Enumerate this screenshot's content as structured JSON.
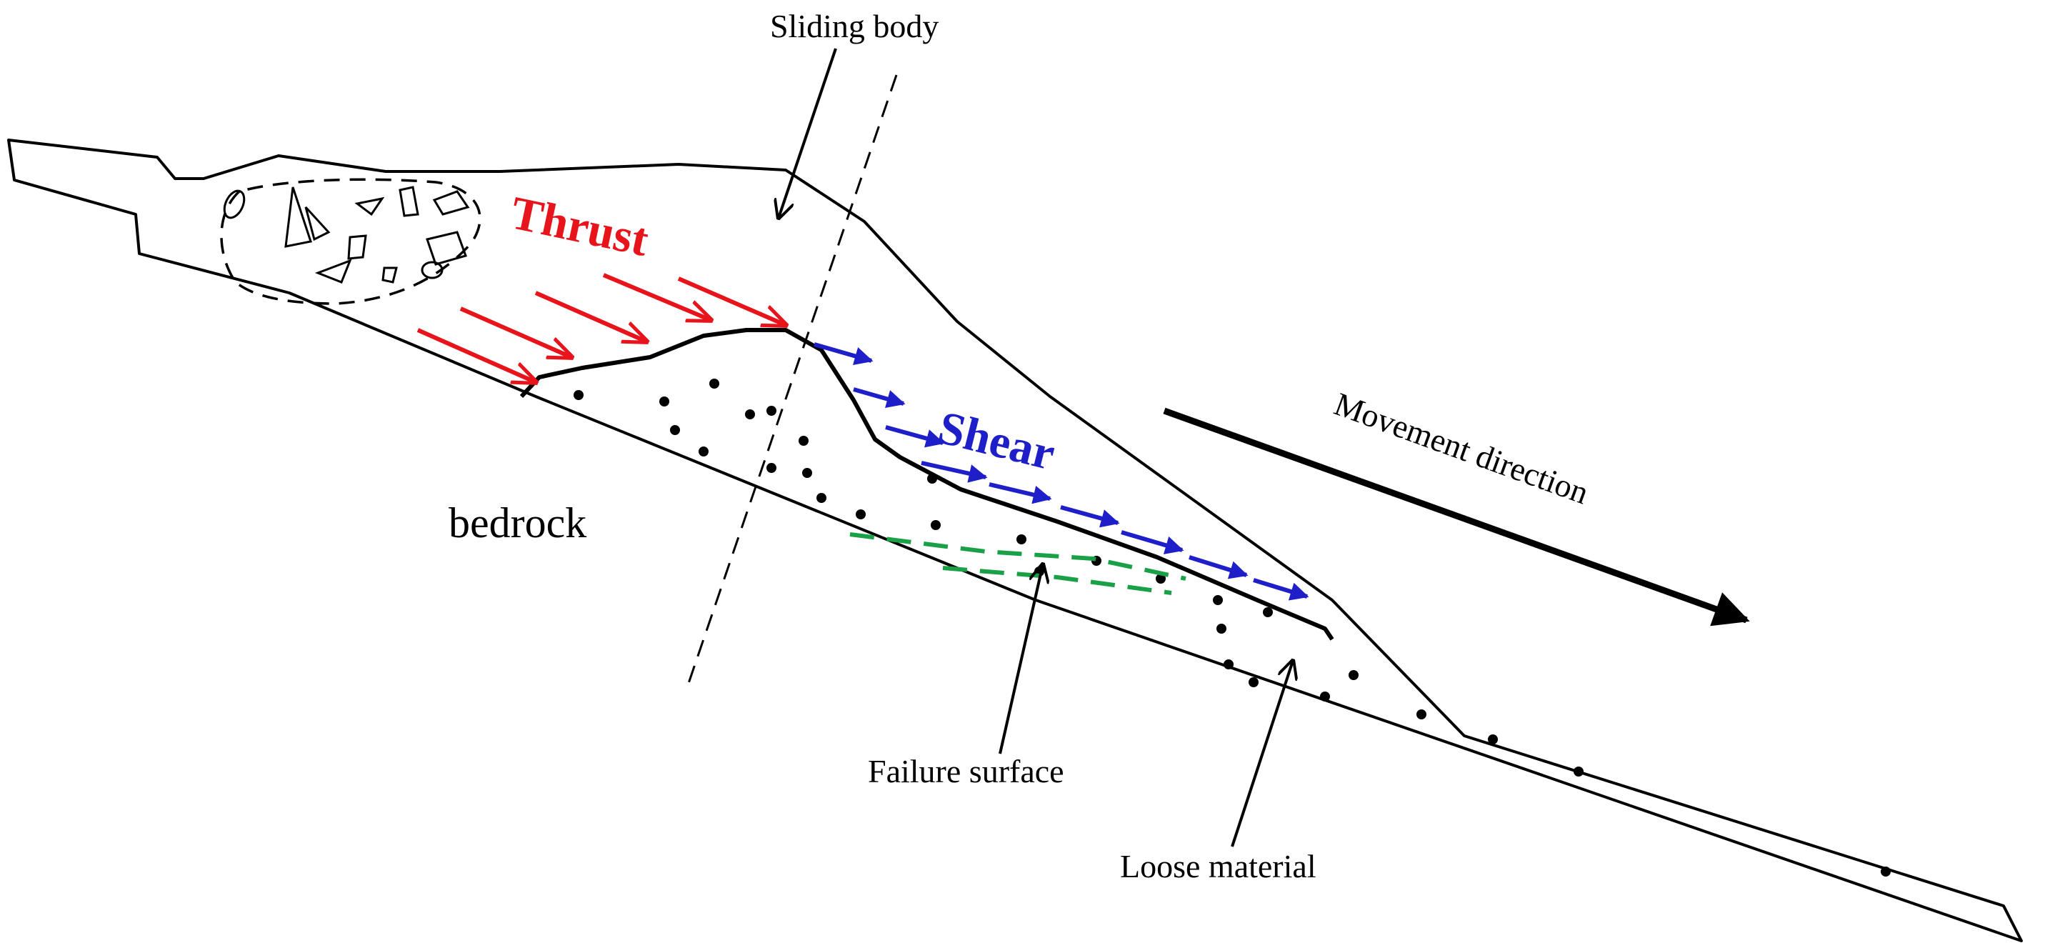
{
  "labels": {
    "sliding_body": "Sliding body",
    "thrust": "Thrust",
    "shear": "Shear",
    "movement_direction": "Movement direction",
    "bedrock": "bedrock",
    "failure_surface": "Failure surface",
    "loose_material": "Loose material"
  },
  "colors": {
    "outline": "#000000",
    "thrust": "#e8141b",
    "shear": "#1f1fc9",
    "failure_surface": "#1aa046"
  }
}
